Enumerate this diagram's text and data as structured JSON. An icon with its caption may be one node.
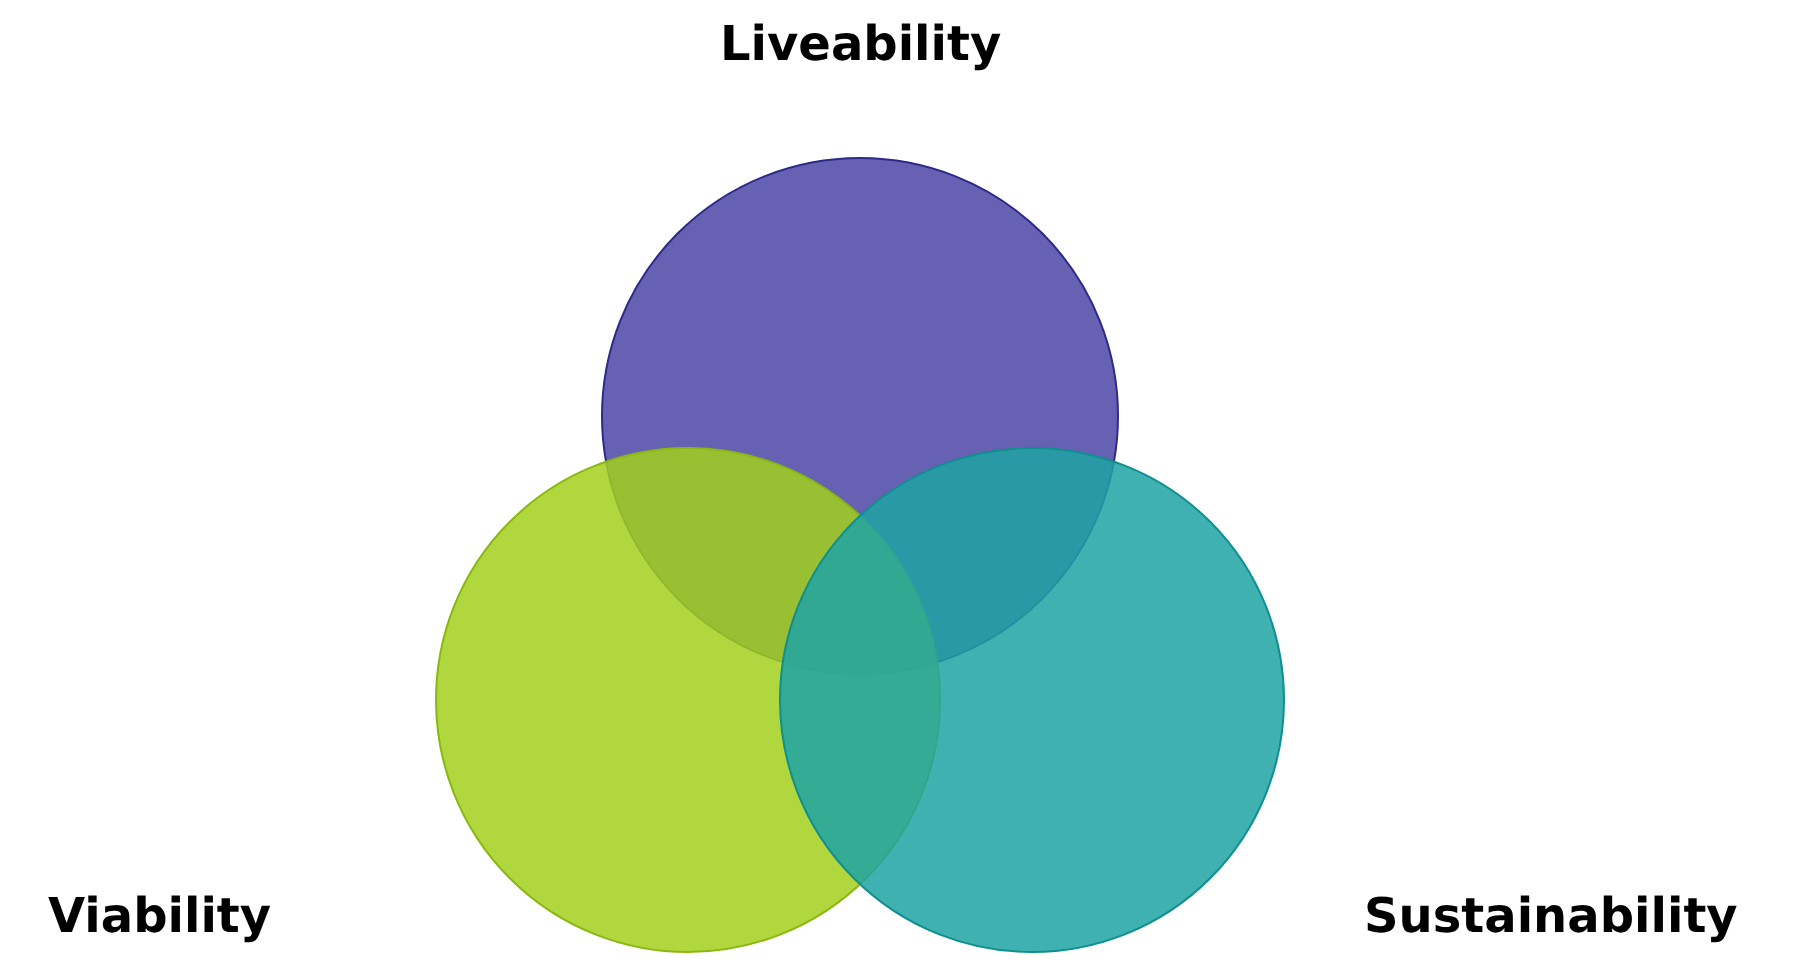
{
  "diagram": {
    "nodes": [
      {
        "text": [
          "Liveability"
        ]
      },
      {
        "text": [
          "Viability"
        ]
      },
      {
        "text": [
          "Sustainability"
        ]
      }
    ]
  }
}
